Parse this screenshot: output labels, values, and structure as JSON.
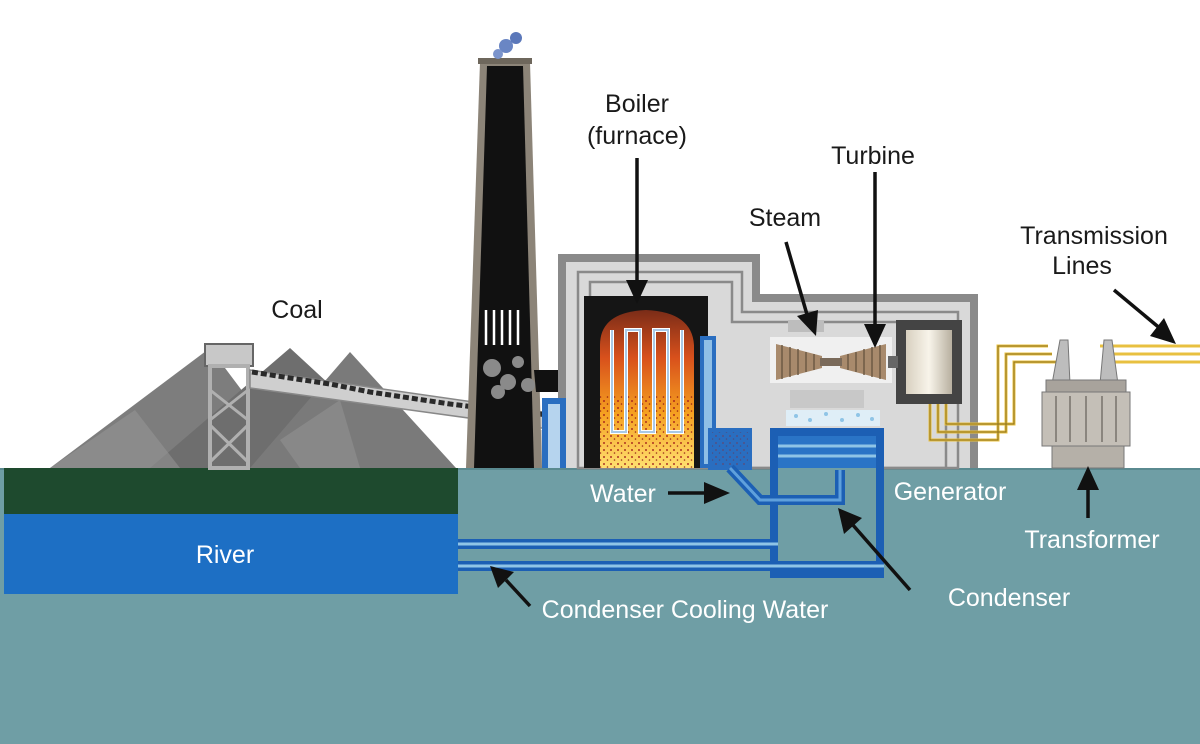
{
  "labels": {
    "boiler_line1": "Boiler",
    "boiler_line2": "(furnace)",
    "turbine": "Turbine",
    "steam": "Steam",
    "transmission_line1": "Transmission",
    "transmission_line2": "Lines",
    "coal": "Coal",
    "water": "Water",
    "generator": "Generator",
    "river": "River",
    "transformer": "Transformer",
    "condenser": "Condenser",
    "condenser_cooling_water": "Condenser Cooling Water"
  },
  "colors": {
    "ground": "#6f9ea5",
    "river": "#1d6fc4",
    "bank": "#1e4a2e",
    "pipe": "#1c5fb4",
    "building_outline": "#8a8a8a",
    "building_fill": "#d9d9d9",
    "stack": "#111111",
    "power_line": "#e8c040"
  }
}
